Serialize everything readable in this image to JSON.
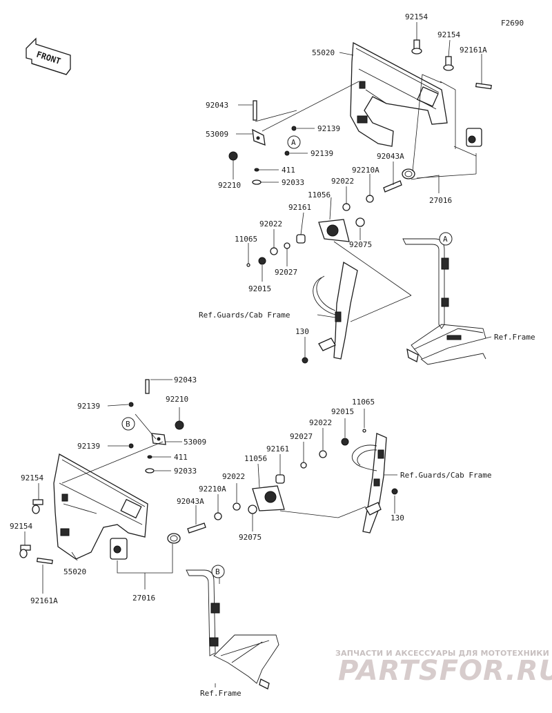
{
  "figure_code": "F2690",
  "front_label": "FRONT",
  "watermark": {
    "line1": "ЗАПЧАСТИ И АКСЕССУАРЫ ДЛЯ МОТОТЕХНИКИ",
    "line2": "PARTSFOR.RU"
  },
  "callout_marks": {
    "a": "A",
    "b": "B"
  },
  "upper_assembly_labels": {
    "p92154_a": "92154",
    "p92154_b": "92154",
    "p55020": "55020",
    "p92161a": "92161A",
    "p92043": "92043",
    "p92139_a": "92139",
    "p53009": "53009",
    "p92139_b": "92139",
    "p411": "411",
    "p92210": "92210",
    "p92033": "92033",
    "p92043a": "92043A",
    "p92210a": "92210A",
    "p92022_a": "92022",
    "p11056": "11056",
    "p27016": "27016",
    "p92161": "92161",
    "p92022_b": "92022",
    "p11065": "11065",
    "p92075": "92075",
    "p92027": "92027",
    "p92015": "92015",
    "ref_guards": "Ref.Guards/Cab Frame",
    "p130": "130",
    "ref_frame": "Ref.Frame"
  },
  "lower_assembly_labels": {
    "p92043": "92043",
    "p92139_a": "92139",
    "p92210": "92210",
    "p92139_b": "92139",
    "p53009": "53009",
    "p411": "411",
    "p92033": "92033",
    "p11065": "11065",
    "p92015": "92015",
    "p92022_a": "92022",
    "p92027": "92027",
    "p92161": "92161",
    "p11056": "11056",
    "ref_guards": "Ref.Guards/Cab Frame",
    "p92154_a": "92154",
    "p92022_b": "92022",
    "p92210a": "92210A",
    "p92043a": "92043A",
    "p92075": "92075",
    "p130": "130",
    "p92154_b": "92154",
    "p55020": "55020",
    "p27016": "27016",
    "p92161a": "92161A",
    "ref_frame": "Ref.Frame"
  }
}
